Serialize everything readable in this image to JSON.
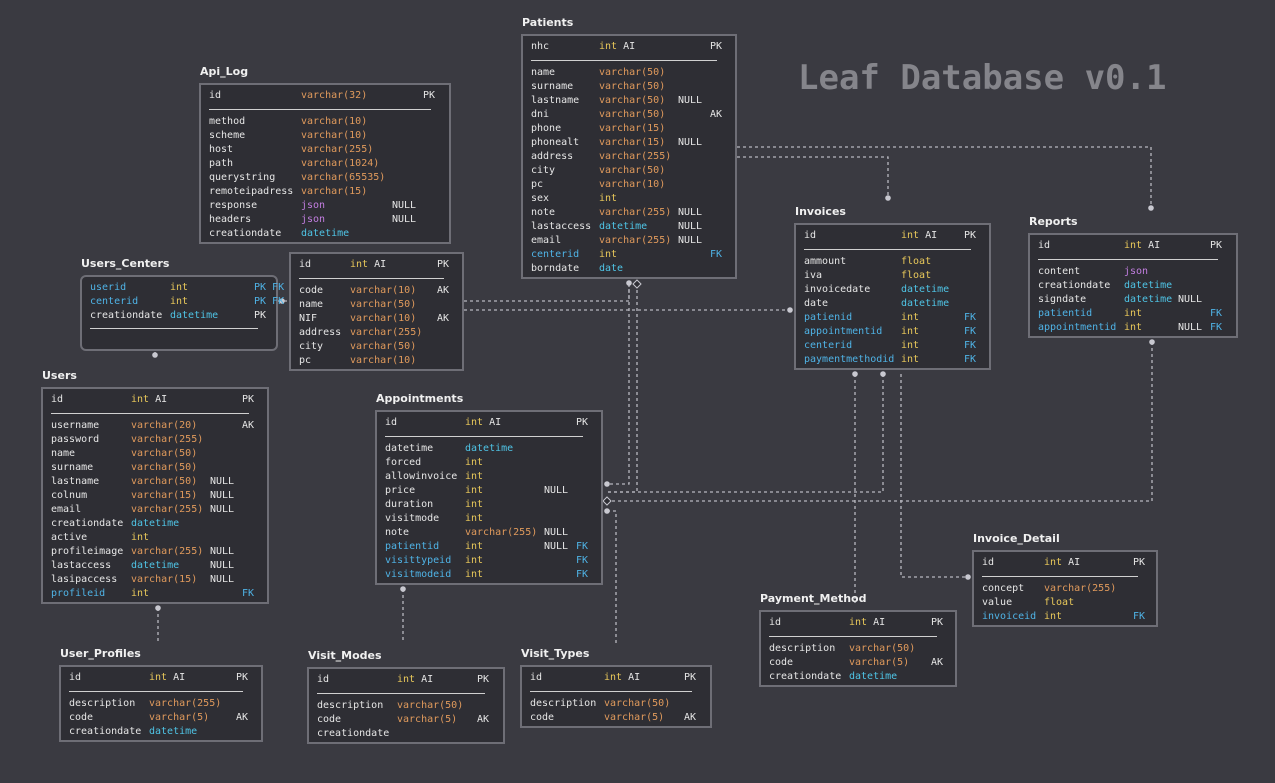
{
  "title": "Leaf Database v0.1",
  "tables": [
    {
      "id": "patients",
      "name": "Patients",
      "pk": {
        "name": "nhc",
        "type": "int",
        "ai": true,
        "flag": "PK"
      },
      "columns": [
        {
          "name": "name",
          "type": "varchar(50)"
        },
        {
          "name": "surname",
          "type": "varchar(50)"
        },
        {
          "name": "lastname",
          "type": "varchar(50)",
          "null": "NULL"
        },
        {
          "name": "dni",
          "type": "varchar(50)",
          "flag": "AK"
        },
        {
          "name": "phone",
          "type": "varchar(15)"
        },
        {
          "name": "phonealt",
          "type": "varchar(15)",
          "null": "NULL"
        },
        {
          "name": "address",
          "type": "varchar(255)"
        },
        {
          "name": "city",
          "type": "varchar(50)"
        },
        {
          "name": "pc",
          "type": "varchar(10)"
        },
        {
          "name": "sex",
          "type": "int"
        },
        {
          "name": "note",
          "type": "varchar(255)",
          "null": "NULL"
        },
        {
          "name": "lastaccess",
          "type": "datetime",
          "null": "NULL"
        },
        {
          "name": "email",
          "type": "varchar(255)",
          "null": "NULL"
        },
        {
          "name": "centerid",
          "type": "int",
          "flag": "FK",
          "fk": true
        },
        {
          "name": "borndate",
          "type": "date"
        }
      ]
    },
    {
      "id": "api_log",
      "name": "Api_Log",
      "pk": {
        "name": "id",
        "type": "varchar(32)",
        "ai": false,
        "flag": "PK"
      },
      "columns": [
        {
          "name": "method",
          "type": "varchar(10)"
        },
        {
          "name": "scheme",
          "type": "varchar(10)"
        },
        {
          "name": "host",
          "type": "varchar(255)"
        },
        {
          "name": "path",
          "type": "varchar(1024)"
        },
        {
          "name": "querystring",
          "type": "varchar(65535)"
        },
        {
          "name": "remoteipadress",
          "type": "varchar(15)"
        },
        {
          "name": "response",
          "type": "json",
          "null": "NULL"
        },
        {
          "name": "headers",
          "type": "json",
          "null": "NULL"
        },
        {
          "name": "creationdate",
          "type": "datetime"
        }
      ]
    },
    {
      "id": "users_centers",
      "name": "Users_Centers",
      "pk": null,
      "rows": [
        {
          "name": "userid",
          "type": "int",
          "flag": "PK FK",
          "fk": true
        },
        {
          "name": "centerid",
          "type": "int",
          "flag": "PK FK",
          "fk": true
        },
        {
          "name": "creationdate",
          "type": "datetime",
          "flag": "PK"
        }
      ]
    },
    {
      "id": "centers",
      "name": "",
      "pk": {
        "name": "id",
        "type": "int",
        "ai": true,
        "flag": "PK"
      },
      "columns": [
        {
          "name": "code",
          "type": "varchar(10)",
          "flag": "AK"
        },
        {
          "name": "name",
          "type": "varchar(50)"
        },
        {
          "name": "NIF",
          "type": "varchar(10)",
          "flag": "AK"
        },
        {
          "name": "address",
          "type": "varchar(255)"
        },
        {
          "name": "city",
          "type": "varchar(50)"
        },
        {
          "name": "pc",
          "type": "varchar(10)"
        }
      ]
    },
    {
      "id": "invoices",
      "name": "Invoices",
      "pk": {
        "name": "id",
        "type": "int",
        "ai": true,
        "flag": "PK"
      },
      "columns": [
        {
          "name": "ammount",
          "type": "float"
        },
        {
          "name": "iva",
          "type": "float"
        },
        {
          "name": "invoicedate",
          "type": "datetime"
        },
        {
          "name": "date",
          "type": "datetime"
        },
        {
          "name": "patienid",
          "type": "int",
          "flag": "FK",
          "fk": true
        },
        {
          "name": "appointmentid",
          "type": "int",
          "flag": "FK",
          "fk": true
        },
        {
          "name": "centerid",
          "type": "int",
          "flag": "FK",
          "fk": true
        },
        {
          "name": "paymentmethodid",
          "type": "int",
          "flag": "FK",
          "fk": true
        }
      ]
    },
    {
      "id": "reports",
      "name": "Reports",
      "pk": {
        "name": "id",
        "type": "int",
        "ai": true,
        "flag": "PK"
      },
      "columns": [
        {
          "name": "content",
          "type": "json"
        },
        {
          "name": "creationdate",
          "type": "datetime"
        },
        {
          "name": "signdate",
          "type": "datetime",
          "null": "NULL"
        },
        {
          "name": "patientid",
          "type": "int",
          "flag": "FK",
          "fk": true
        },
        {
          "name": "appointmentid",
          "type": "int",
          "null": "NULL",
          "flag": "FK",
          "fk": true
        }
      ]
    },
    {
      "id": "users",
      "name": "Users",
      "pk": {
        "name": "id",
        "type": "int",
        "ai": true,
        "flag": "PK"
      },
      "columns": [
        {
          "name": "username",
          "type": "varchar(20)",
          "flag": "AK"
        },
        {
          "name": "password",
          "type": "varchar(255)"
        },
        {
          "name": "name",
          "type": "varchar(50)"
        },
        {
          "name": "surname",
          "type": "varchar(50)"
        },
        {
          "name": "lastname",
          "type": "varchar(50)",
          "null": "NULL"
        },
        {
          "name": "colnum",
          "type": "varchar(15)",
          "null": "NULL"
        },
        {
          "name": "email",
          "type": "varchar(255)",
          "null": "NULL"
        },
        {
          "name": "creationdate",
          "type": "datetime"
        },
        {
          "name": "active",
          "type": "int"
        },
        {
          "name": "profileimage",
          "type": "varchar(255)",
          "null": "NULL"
        },
        {
          "name": "lastaccess",
          "type": "datetime",
          "null": "NULL"
        },
        {
          "name": "lasipaccess",
          "type": "varchar(15)",
          "null": "NULL"
        },
        {
          "name": "profileid",
          "type": "int",
          "flag": "FK",
          "fk": true
        }
      ]
    },
    {
      "id": "appointments",
      "name": "Appointments",
      "pk": {
        "name": "id",
        "type": "int",
        "ai": true,
        "flag": "PK"
      },
      "columns": [
        {
          "name": "datetime",
          "type": "datetime"
        },
        {
          "name": "forced",
          "type": "int"
        },
        {
          "name": "allowinvoice",
          "type": "int"
        },
        {
          "name": "price",
          "type": "int",
          "null": "NULL"
        },
        {
          "name": "duration",
          "type": "int"
        },
        {
          "name": "visitmode",
          "type": "int"
        },
        {
          "name": "note",
          "type": "varchar(255)",
          "null": "NULL"
        },
        {
          "name": "patientid",
          "type": "int",
          "null": "NULL",
          "flag": "FK",
          "fk": true
        },
        {
          "name": "visittypeid",
          "type": "int",
          "flag": "FK",
          "fk": true
        },
        {
          "name": "visitmodeid",
          "type": "int",
          "flag": "FK",
          "fk": true
        }
      ]
    },
    {
      "id": "invoice_detail",
      "name": "Invoice_Detail",
      "pk": {
        "name": "id",
        "type": "int",
        "ai": true,
        "flag": "PK"
      },
      "columns": [
        {
          "name": "concept",
          "type": "varchar(255)"
        },
        {
          "name": "value",
          "type": "float"
        },
        {
          "name": "invoiceid",
          "type": "int",
          "flag": "FK",
          "fk": true
        }
      ]
    },
    {
      "id": "payment_method",
      "name": "Payment_Method",
      "pk": {
        "name": "id",
        "type": "int",
        "ai": true,
        "flag": "PK"
      },
      "columns": [
        {
          "name": "description",
          "type": "varchar(50)"
        },
        {
          "name": "code",
          "type": "varchar(5)",
          "flag": "AK"
        },
        {
          "name": "creationdate",
          "type": "datetime"
        }
      ]
    },
    {
      "id": "user_profiles",
      "name": "User_Profiles",
      "pk": {
        "name": "id",
        "type": "int",
        "ai": true,
        "flag": "PK"
      },
      "columns": [
        {
          "name": "description",
          "type": "varchar(255)"
        },
        {
          "name": "code",
          "type": "varchar(5)",
          "flag": "AK"
        },
        {
          "name": "creationdate",
          "type": "datetime"
        }
      ]
    },
    {
      "id": "visit_modes",
      "name": "Visit_Modes",
      "pk": {
        "name": "id",
        "type": "int",
        "ai": true,
        "flag": "PK"
      },
      "columns": [
        {
          "name": "description",
          "type": "varchar(50)"
        },
        {
          "name": "code",
          "type": "varchar(5)",
          "flag": "AK"
        },
        {
          "name": "creationdate",
          "type": ""
        }
      ]
    },
    {
      "id": "visit_types",
      "name": "Visit_Types",
      "pk": {
        "name": "id",
        "type": "int",
        "ai": true,
        "flag": "PK"
      },
      "columns": [
        {
          "name": "description",
          "type": "varchar(50)"
        },
        {
          "name": "code",
          "type": "varchar(5)",
          "flag": "AK"
        }
      ]
    }
  ]
}
